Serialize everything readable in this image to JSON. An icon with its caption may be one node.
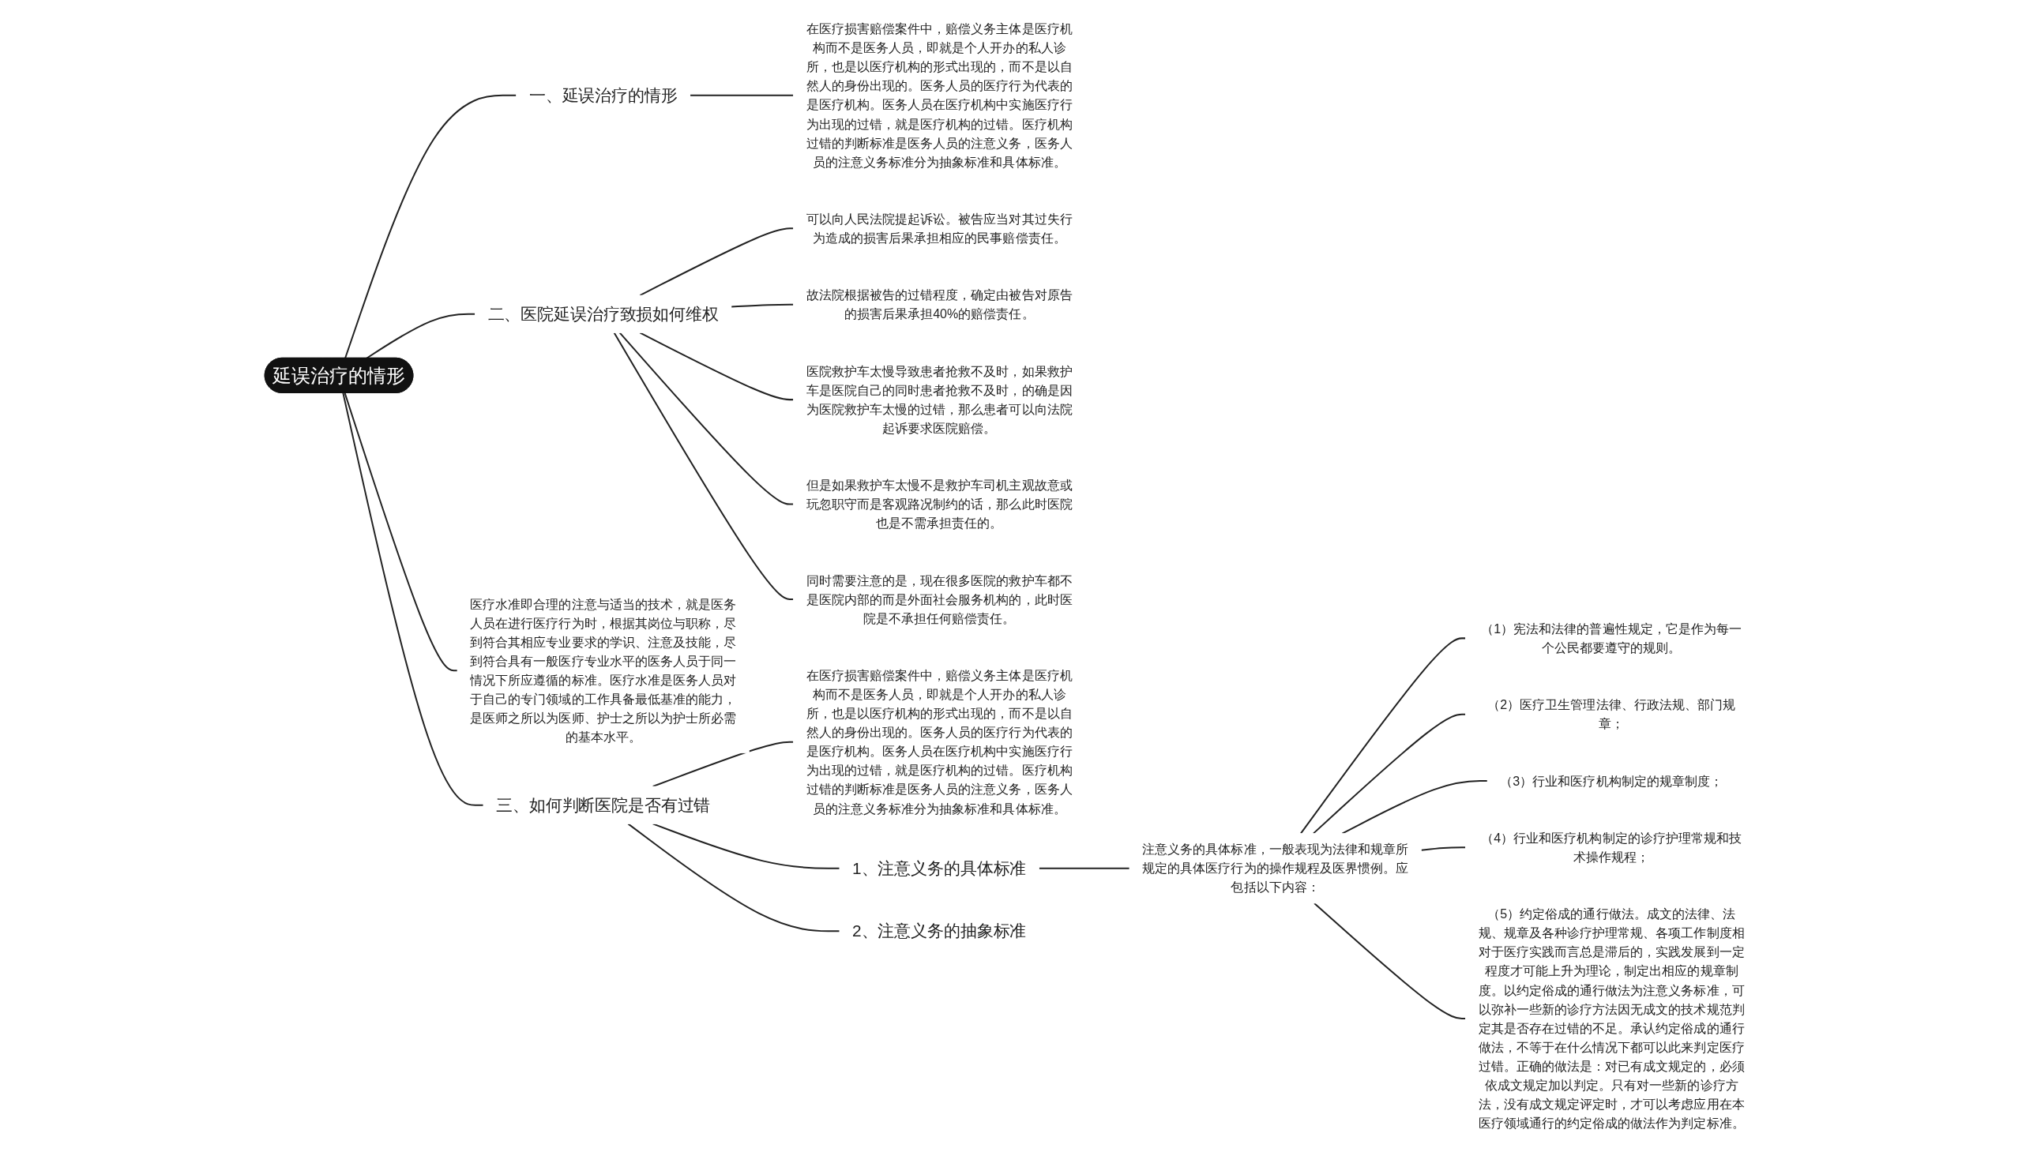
{
  "diagram": {
    "nodes": [
      {
        "text": [
          "延误治疗的情形"
        ]
      },
      {
        "text": [
          "一、延误治疗的情形"
        ]
      },
      {
        "text": [
          "在医疗损害赔偿案件中，赔偿义务主体是医疗机构而不是医务人员，即就是个人开办的私人诊所，也是以医疗机构的形式出现的，而不是以自然人的身份出现的。医务人员的医疗行为代表的是医疗机构。医务人员在医疗机构中实施医疗行为出现的过错，就是医疗机构的过错。医疗机构过错的判断标准是医务人员的注意义务，医务人员的注意义务标准分为抽象标准和具体标准。"
        ]
      },
      {
        "text": [
          "二、医院延误治疗致损如何维权"
        ]
      },
      {
        "text": [
          "可以向人民法院提起诉讼。被告应当对其过失行为造成的损害后果承担相应的民事赔偿责任。"
        ]
      },
      {
        "text": [
          "故法院根据被告的过错程度，确定由被告对原告的损害后果承担40%的赔偿责任。"
        ]
      },
      {
        "text": [
          "医院救护车太慢导致患者抢救不及时，如果救护车是医院自己的同时患者抢救不及时，的确是因为医院救护车太慢的过错，那么患者可以向法院起诉要求医院赔偿。"
        ]
      },
      {
        "text": [
          "但是如果救护车太慢不是救护车司机主观故意或玩忽职守而是客观路况制约的话，那么此时医院也是不需承担责任的。"
        ]
      },
      {
        "text": [
          "同时需要注意的是，现在很多医院的救护车都不是医院内部的而是外面社会服务机构的，此时医院是不承担任何赔偿责任。"
        ]
      },
      {
        "text": [
          "医疗水准即合理的注意与适当的技术，就是医务人员在进行医疗行为时，根据其岗位与职称，尽到符合其相应专业要求的学识、注意及技能，尽到符合具有一般医疗专业水平的医务人员于同一情况下所应遵循的标准。医疗水准是医务人员对于自己的专门领域的工作具备最低基准的能力，是医师之所以为医师、护士之所以为护士所必需的基本水平。"
        ]
      },
      {
        "text": [
          "三、如何判断医院是否有过错"
        ]
      },
      {
        "text": [
          "在医疗损害赔偿案件中，赔偿义务主体是医疗机构而不是医务人员，即就是个人开办的私人诊所，也是以医疗机构的形式出现的，而不是以自然人的身份出现的。医务人员的医疗行为代表的是医疗机构。医务人员在医疗机构中实施医疗行为出现的过错，就是医疗机构的过错。医疗机构过错的判断标准是医务人员的注意义务，医务人员的注意义务标准分为抽象标准和具体标准。"
        ]
      },
      {
        "text": [
          "1、注意义务的具体标准"
        ]
      },
      {
        "text": [
          "注意义务的具体标准，一般表现为法律和规章所规定的具体医疗行为的操作规程及医界惯例。应包括以下内容："
        ]
      },
      {
        "text": [
          "（1）宪法和法律的普遍性规定，它是作为每一个公民都要遵守的规则。"
        ]
      },
      {
        "text": [
          "（2）医疗卫生管理法律、行政法规、部门规章；"
        ]
      },
      {
        "text": [
          "（3）行业和医疗机构制定的规章制度；"
        ]
      },
      {
        "text": [
          "（4）行业和医疗机构制定的诊疗护理常规和技术操作规程；"
        ]
      },
      {
        "text": [
          "（5）约定俗成的通行做法。成文的法律、法规、规章及各种诊疗护理常规、各项工作制度相对于医疗实践而言总是滞后的，实践发展到一定程度才可能上升为理论，制定出相应的规章制度。以约定俗成的通行做法为注意义务标准，可以弥补一些新的诊疗方法因无成文的技术规范判定其是否存在过错的不足。承认约定俗成的通行做法，不等于在什么情况下都可以此来判定医疗过错。正确的做法是：对已有成文规定的，必须依成文规定加以判定。只有对一些新的诊疗方法，没有成文规定评定时，才可以考虑应用在本医疗领域通行的约定俗成的做法作为判定标准。"
        ]
      },
      {
        "text": [
          "2、注意义务的抽象标准"
        ]
      }
    ],
    "edges": [
      {
        "from": 0,
        "to": 1,
        "arrow": "none"
      },
      {
        "from": 1,
        "to": 2,
        "arrow": "none"
      },
      {
        "from": 0,
        "to": 3,
        "arrow": "none"
      },
      {
        "from": 3,
        "to": 4,
        "arrow": "none"
      },
      {
        "from": 3,
        "to": 5,
        "arrow": "none"
      },
      {
        "from": 3,
        "to": 6,
        "arrow": "none"
      },
      {
        "from": 3,
        "to": 7,
        "arrow": "none"
      },
      {
        "from": 3,
        "to": 8,
        "arrow": "none"
      },
      {
        "from": 0,
        "to": 9,
        "arrow": "none"
      },
      {
        "from": 0,
        "to": 10,
        "arrow": "none"
      },
      {
        "from": 10,
        "to": 11,
        "arrow": "none"
      },
      {
        "from": 10,
        "to": 12,
        "arrow": "none"
      },
      {
        "from": 12,
        "to": 13,
        "arrow": "none"
      },
      {
        "from": 13,
        "to": 14,
        "arrow": "none"
      },
      {
        "from": 13,
        "to": 15,
        "arrow": "none"
      },
      {
        "from": 13,
        "to": 16,
        "arrow": "none"
      },
      {
        "from": 13,
        "to": 17,
        "arrow": "none"
      },
      {
        "from": 13,
        "to": 18,
        "arrow": "none"
      },
      {
        "from": 10,
        "to": 19,
        "arrow": "none"
      }
    ]
  }
}
